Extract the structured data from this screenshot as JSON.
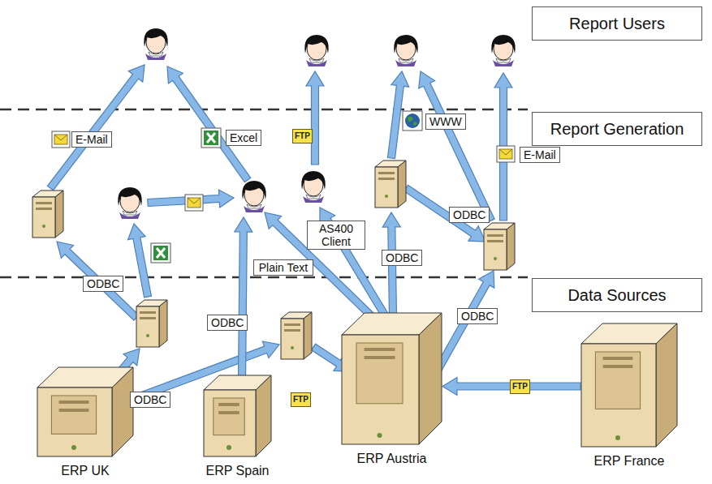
{
  "diagram": {
    "nodes": [
      {
        "text": [
          "Report Users"
        ]
      },
      {
        "text": [
          "Report Generation"
        ]
      },
      {
        "text": [
          "Data Sources"
        ]
      },
      {
        "text": [
          "ERP UK"
        ]
      },
      {
        "text": [
          "ERP Spain"
        ]
      },
      {
        "text": [
          "ERP Austria"
        ]
      },
      {
        "text": [
          "ERP France"
        ]
      }
    ],
    "edges": [
      {
        "from": 6,
        "to": 5,
        "arrow": "to",
        "label": "FTP"
      }
    ],
    "labels": [
      "E-Mail",
      "Excel",
      "FTP",
      "WWW",
      "E-Mail",
      "AS400 Client",
      "ODBC",
      "Plain Text",
      "ODBC",
      "ODBC",
      "ODBC",
      "ODBC",
      "ODBC",
      "FTP"
    ]
  }
}
